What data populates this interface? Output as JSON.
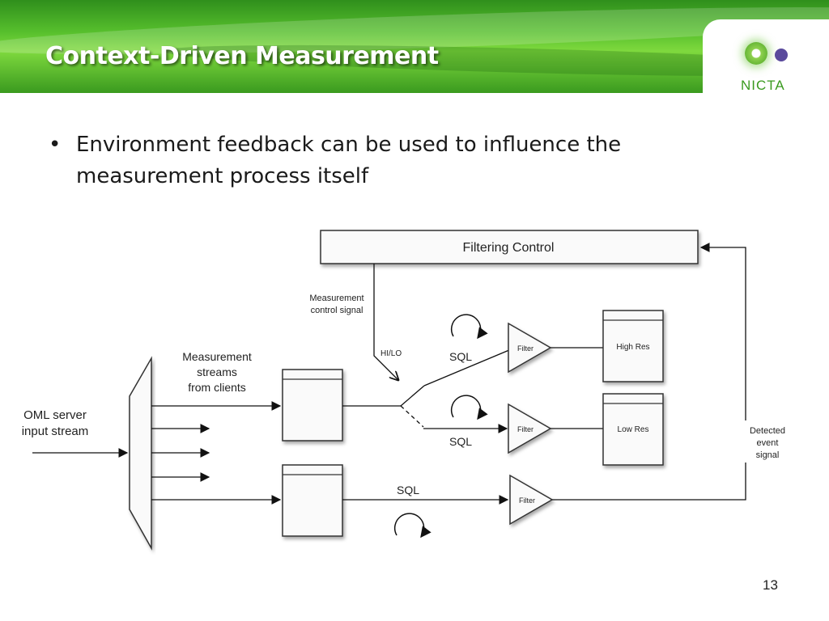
{
  "slide": {
    "title": "Context-Driven Measurement",
    "bullet": "Environment feedback can be used to influence the measurement process itself",
    "page_number": "13",
    "logo_text": "NICTA"
  },
  "diagram": {
    "filtering_control": "Filtering Control",
    "measurement_control_signal": [
      "Measurement",
      "control signal"
    ],
    "hi_lo": "HI/LO",
    "measurement_streams": [
      "Measurement",
      "streams",
      "from clients"
    ],
    "oml_server": [
      "OML server",
      "input stream"
    ],
    "sql_top": "SQL",
    "sql_middle": "SQL",
    "sql_bottom": "SQL",
    "filter_top": "Filter",
    "filter_middle": "Filter",
    "filter_bottom": "Filter",
    "high_res": "High Res",
    "low_res": "Low Res",
    "detected_event_signal": [
      "Detected",
      "event",
      "signal"
    ]
  },
  "colors": {
    "banner_green": "#58c02d",
    "logo_green": "#3a9a1f",
    "logo_purple": "#5a4a9c"
  }
}
